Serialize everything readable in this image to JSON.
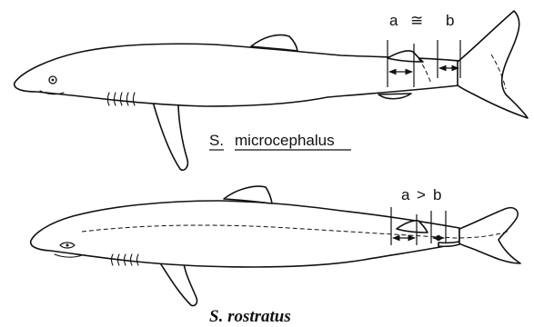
{
  "figure": {
    "top": {
      "genus_abbrev": "S.",
      "species": "microcephalus",
      "label_a": "a",
      "relation": "≅",
      "label_b": "b"
    },
    "bottom": {
      "caption": "S. rostratus",
      "label_a": "a",
      "relation": ">",
      "label_b": "b"
    }
  }
}
